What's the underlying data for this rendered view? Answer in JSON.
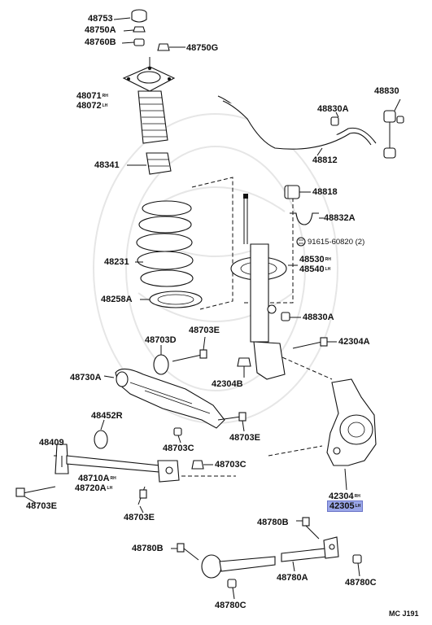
{
  "diagram": {
    "code": "MC J191",
    "labels": [
      {
        "id": "p48753",
        "text": "48753",
        "side": ""
      },
      {
        "id": "p48750a",
        "text": "48750A",
        "side": ""
      },
      {
        "id": "p48760b",
        "text": "48760B",
        "side": ""
      },
      {
        "id": "p48750g",
        "text": "48750G",
        "side": ""
      },
      {
        "id": "p48071",
        "text": "48071",
        "side": "RH"
      },
      {
        "id": "p48072",
        "text": "48072",
        "side": "LH"
      },
      {
        "id": "p48341",
        "text": "48341",
        "side": ""
      },
      {
        "id": "p48231",
        "text": "48231",
        "side": ""
      },
      {
        "id": "p48258a",
        "text": "48258A",
        "side": ""
      },
      {
        "id": "p48830",
        "text": "48830",
        "side": ""
      },
      {
        "id": "p48830a_top",
        "text": "48830A",
        "side": ""
      },
      {
        "id": "p48812",
        "text": "48812",
        "side": ""
      },
      {
        "id": "p48818",
        "text": "48818",
        "side": ""
      },
      {
        "id": "p48832a",
        "text": "48832A",
        "side": ""
      },
      {
        "id": "p91615",
        "text": "91615-60820 (2)",
        "side": ""
      },
      {
        "id": "p48530",
        "text": "48530",
        "side": "RH"
      },
      {
        "id": "p48540",
        "text": "48540",
        "side": "LH"
      },
      {
        "id": "p48830a_mid",
        "text": "48830A",
        "side": ""
      },
      {
        "id": "p42304a",
        "text": "42304A",
        "side": ""
      },
      {
        "id": "p48703d",
        "text": "48703D",
        "side": ""
      },
      {
        "id": "p48703e_top",
        "text": "48703E",
        "side": ""
      },
      {
        "id": "p48730a",
        "text": "48730A",
        "side": ""
      },
      {
        "id": "p42304b",
        "text": "42304B",
        "side": ""
      },
      {
        "id": "p48452r",
        "text": "48452R",
        "side": ""
      },
      {
        "id": "p48703e_mid",
        "text": "48703E",
        "side": ""
      },
      {
        "id": "p48703c_a",
        "text": "48703C",
        "side": ""
      },
      {
        "id": "p48703c_b",
        "text": "48703C",
        "side": ""
      },
      {
        "id": "p48409",
        "text": "48409",
        "side": ""
      },
      {
        "id": "p48710a",
        "text": "48710A",
        "side": "RH"
      },
      {
        "id": "p48720a",
        "text": "48720A",
        "side": "LH"
      },
      {
        "id": "p48703e_left",
        "text": "48703E",
        "side": ""
      },
      {
        "id": "p48703e_bot",
        "text": "48703E",
        "side": ""
      },
      {
        "id": "p42304",
        "text": "42304",
        "side": "RH"
      },
      {
        "id": "p42305",
        "text": "42305",
        "side": "LH"
      },
      {
        "id": "p48780b_top",
        "text": "48780B",
        "side": ""
      },
      {
        "id": "p48780b_left",
        "text": "48780B",
        "side": ""
      },
      {
        "id": "p48780a",
        "text": "48780A",
        "side": ""
      },
      {
        "id": "p48780c_right",
        "text": "48780C",
        "side": ""
      },
      {
        "id": "p48780c_bot",
        "text": "48780C",
        "side": ""
      }
    ]
  }
}
